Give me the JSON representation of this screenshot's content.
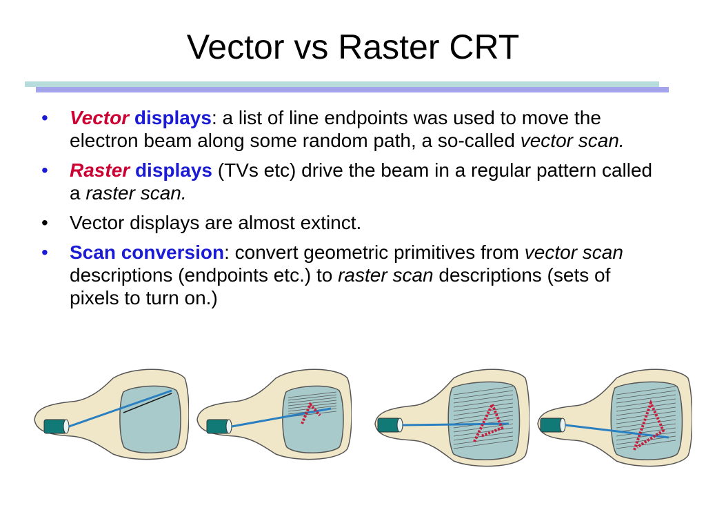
{
  "title": "Vector vs Raster CRT",
  "bullets": [
    {
      "em": "Vector",
      "strong": "displays",
      "text": ": a list of line endpoints was used to move the electron beam along some random path, a so-called ",
      "italic": "vector scan."
    },
    {
      "em": "Raster",
      "strong": "displays",
      "text": " (TVs etc) drive the beam in a regular pattern called a ",
      "italic": "raster scan."
    },
    {
      "text": "Vector displays are almost extinct."
    },
    {
      "strong": "Scan conversion",
      "text_a": ": convert geometric primitives from ",
      "italic_a": "vector scan",
      "text_b": " descriptions (endpoints etc.) to ",
      "italic_b": "raster scan",
      "text_c": " descriptions (sets of pixels to turn on.)"
    }
  ],
  "colors": {
    "accent_red": "#cc0033",
    "accent_blue": "#1b1bd6",
    "tube_body": "#f0e6c8",
    "screen": "#a8cacb",
    "gun": "#117a77",
    "beam": "#2a7fc0",
    "raster_dots": "#c81e3c"
  },
  "icons": [
    "bullet-dot",
    "crt-vector-icon",
    "crt-raster-icon"
  ]
}
